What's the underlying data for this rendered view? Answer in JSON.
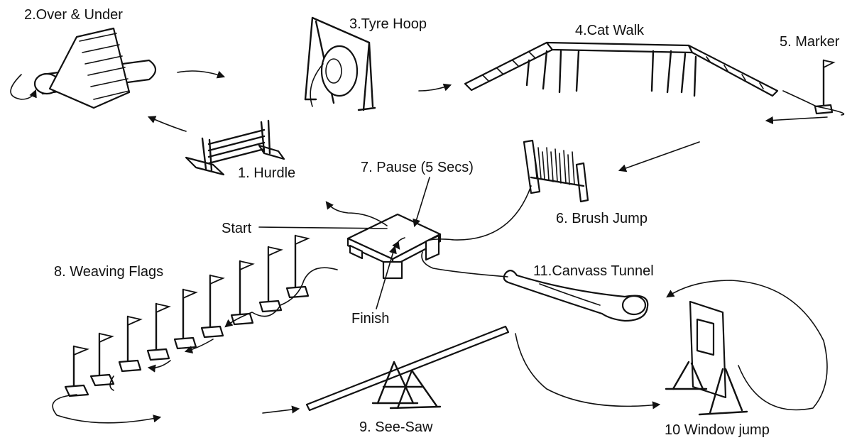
{
  "labels": {
    "over_under": "2.Over & Under",
    "tyre_hoop": "3.Tyre Hoop",
    "cat_walk": "4.Cat Walk",
    "marker": "5. Marker",
    "hurdle": "1. Hurdle",
    "pause": "7. Pause (5 Secs)",
    "brush_jump": "6. Brush Jump",
    "start": "Start",
    "weaving_flags": "8. Weaving Flags",
    "canvass_tunnel": "11.Canvass Tunnel",
    "finish": "Finish",
    "see_saw": "9. See-Saw",
    "window_jump": "10 Window jump"
  },
  "icons": {
    "flow_arrow": "arrow-icon",
    "flag": "flag-icon"
  },
  "colors": {
    "line": "#111111",
    "background": "#ffffff"
  }
}
